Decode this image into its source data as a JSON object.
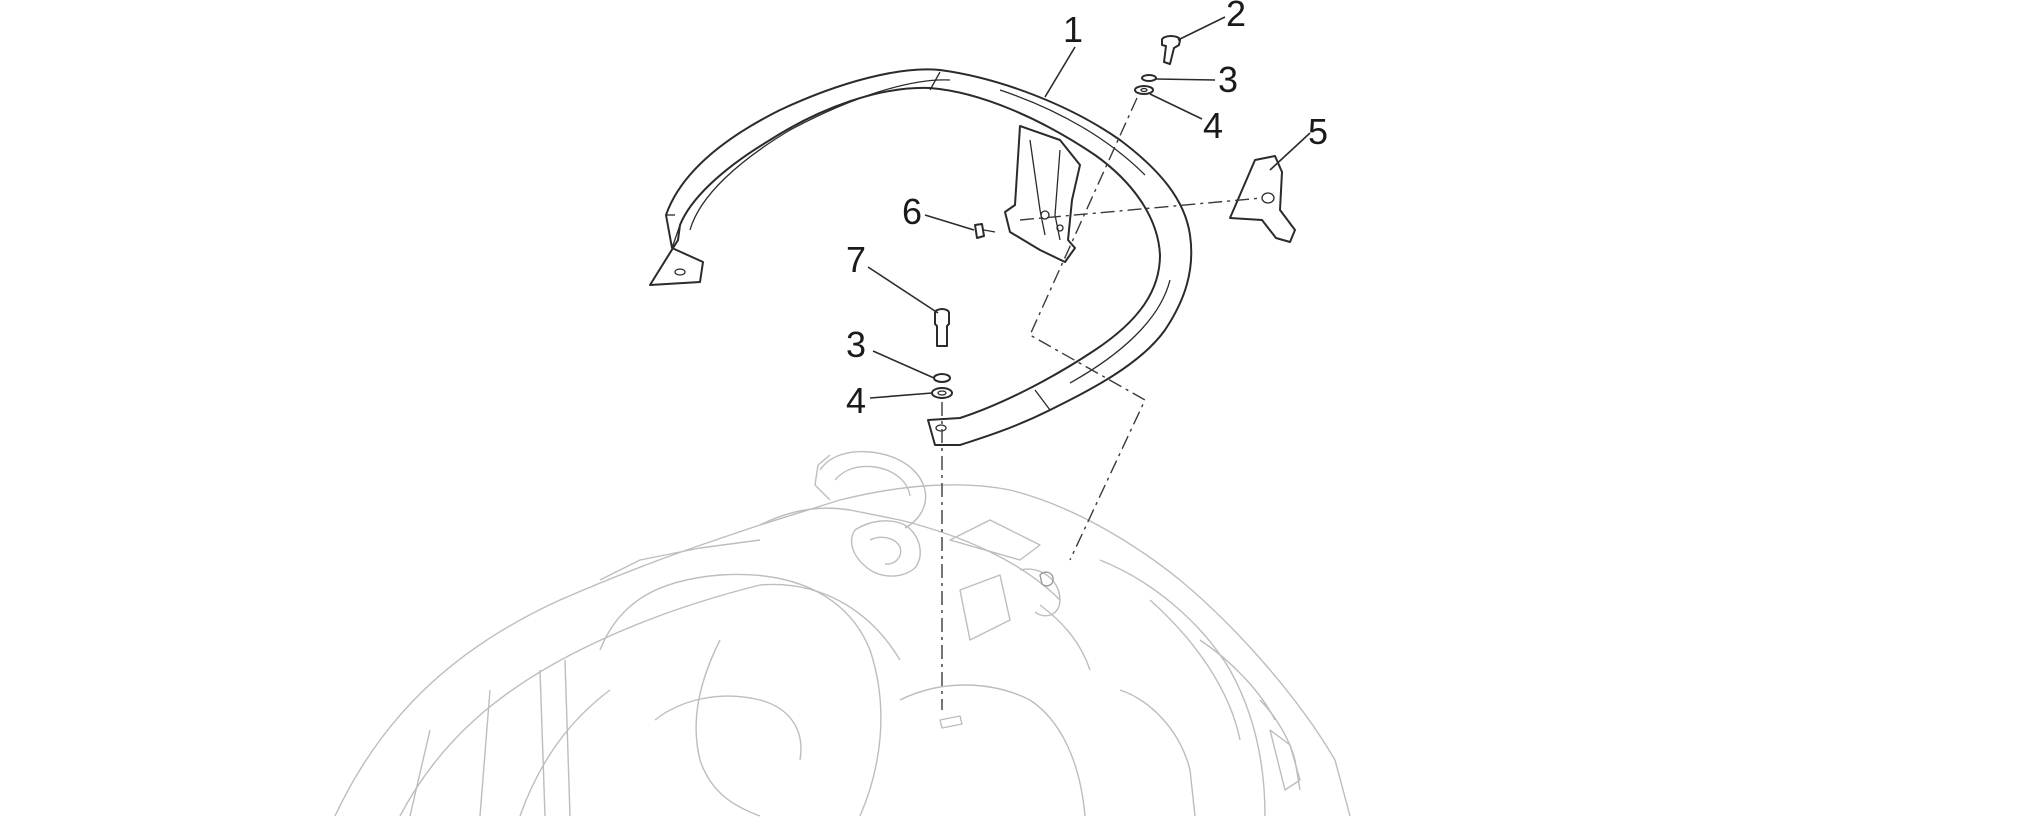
{
  "callouts": {
    "c1": "1",
    "c2": "2",
    "c3a": "3",
    "c4a": "4",
    "c5": "5",
    "c6": "6",
    "c7": "7",
    "c3b": "3",
    "c4b": "4"
  },
  "colors": {
    "line": "#2b2b2b",
    "body_outline": "#bdbdbd",
    "background": "#ffffff"
  }
}
